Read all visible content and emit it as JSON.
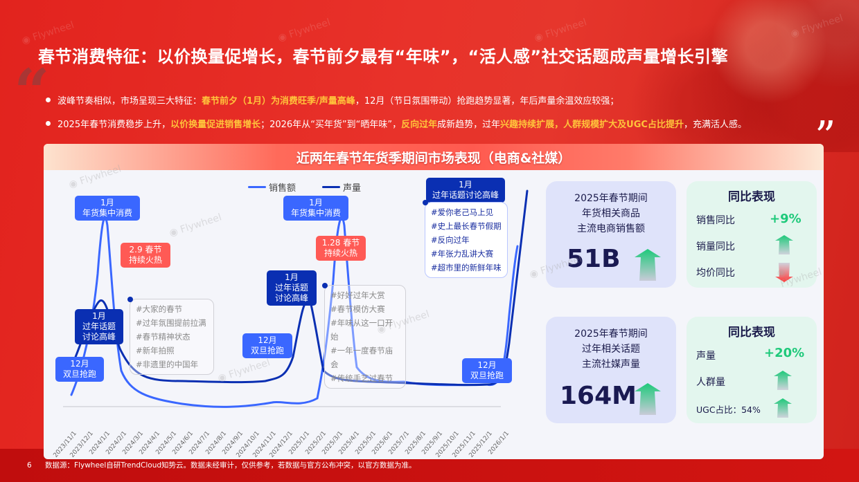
{
  "page": {
    "title": "春节消费特征：以价换量促增长，春节前夕最有“年味”，“活人感”社交话题成声量增长引擎",
    "page_number": "6",
    "quote_open": "“",
    "quote_close": "”",
    "watermark": "Flywheel"
  },
  "bullets": [
    {
      "parts": [
        {
          "text": "波峰节奏相似，市场呈现三大特征：",
          "highlight": false
        },
        {
          "text": "春节前夕（1月）为消费旺季/声量高峰",
          "highlight": true
        },
        {
          "text": "，12月（节日氛围带动）抢跑趋势显著，年后声量余温效应较强；",
          "highlight": false
        }
      ]
    },
    {
      "parts": [
        {
          "text": "2025年春节消费稳步上升，",
          "highlight": false
        },
        {
          "text": "以价换量促进销售增长",
          "highlight": true
        },
        {
          "text": "；2026年从“买年货”到“晒年味”，",
          "highlight": false
        },
        {
          "text": "反向过年",
          "highlight": true
        },
        {
          "text": "成新趋势，过年",
          "highlight": false
        },
        {
          "text": "兴趣持续扩展，人群规模扩大及UGC占比提升",
          "highlight": true
        },
        {
          "text": "，充满活人感。",
          "highlight": false
        }
      ]
    }
  ],
  "panel": {
    "title": "近两年春节年货季期间市场表现（电商&社媒）"
  },
  "chart_data": {
    "type": "line",
    "title": "近两年春节年货季期间市场表现（电商&社媒）",
    "xlabel": "",
    "ylabel": "",
    "grid": false,
    "legend_position": "top",
    "categories": [
      "2023/11/1",
      "2023/12/1",
      "2024/1/1",
      "2024/2/1",
      "2024/3/1",
      "2024/4/1",
      "2024/5/1",
      "2024/6/1",
      "2024/7/1",
      "2024/8/1",
      "2024/9/1",
      "2024/10/1",
      "2024/11/1",
      "2024/12/1",
      "2025/1/1",
      "2025/2/1",
      "2025/3/1",
      "2025/4/1",
      "2025/5/1",
      "2025/6/1",
      "2025/7/1",
      "2025/8/1",
      "2025/9/1",
      "2025/10/1",
      "2025/11/1",
      "2025/12/1",
      "2026/1/1"
    ],
    "series": [
      {
        "name": "销售额",
        "color": "#3a67ff",
        "values": [
          5,
          45,
          100,
          40,
          12,
          8,
          6,
          4,
          3,
          3,
          5,
          4,
          3,
          50,
          98,
          40,
          12,
          10,
          11,
          8,
          7,
          7,
          7,
          7,
          6,
          35,
          null
        ],
        "note": "relative index, estimated"
      },
      {
        "name": "声量",
        "color": "#0a2fb2",
        "values": [
          25,
          40,
          55,
          25,
          14,
          14,
          14,
          14,
          14,
          14,
          14,
          14,
          14,
          20,
          60,
          26,
          14,
          14,
          14,
          14,
          14,
          14,
          14,
          14,
          15,
          70,
          95
        ],
        "note": "relative index, estimated"
      }
    ],
    "annotations": [
      {
        "label": "1月\n年货集中消费",
        "series": "销售额",
        "x": "2024/1/1"
      },
      {
        "label": "2.9 春节\n持续火热",
        "x": "2024/2/1"
      },
      {
        "label": "1月\n过年话题\n讨论高峰",
        "series": "声量",
        "x": "2024/1/1"
      },
      {
        "label": "12月\n双旦抢跑",
        "x": "2023/12/1"
      },
      {
        "label": "1月\n年货集中消费",
        "series": "销售额",
        "x": "2025/1/1"
      },
      {
        "label": "1.28 春节\n持续火热",
        "x": "2025/2/1"
      },
      {
        "label": "1月\n过年话题\n讨论高峰",
        "series": "声量",
        "x": "2025/1/1"
      },
      {
        "label": "12月\n双旦抢跑",
        "x": "2024/12/1"
      },
      {
        "label": "1月\n过年话题讨论高峰",
        "series": "声量",
        "x": "2026/1/1"
      },
      {
        "label": "12月\n双旦抢跑",
        "x": "2025/12/1"
      }
    ]
  },
  "chart": {
    "legend": [
      {
        "label": "销售额",
        "color": "#3a67ff"
      },
      {
        "label": "声量",
        "color": "#0a2fb2"
      }
    ],
    "callouts": {
      "sales_peak_2024": [
        "1月",
        "年货集中消费"
      ],
      "spring_2024": [
        "2.9 春节",
        "持续火热"
      ],
      "voice_peak_2024": [
        "1月",
        "过年话题",
        "讨论高峰"
      ],
      "dec_2023": [
        "12月",
        "双旦抢跑"
      ],
      "sales_peak_2025": [
        "1月",
        "年货集中消费"
      ],
      "spring_2025": [
        "1.28 春节",
        "持续火热"
      ],
      "voice_peak_2025": [
        "1月",
        "过年话题",
        "讨论高峰"
      ],
      "dec_2024": [
        "12月",
        "双旦抢跑"
      ],
      "voice_peak_2026": [
        "1月",
        "过年话题讨论高峰"
      ],
      "dec_2025": [
        "12月",
        "双旦抢跑"
      ]
    },
    "tags_2024": [
      "#大家的春节",
      "#过年氛围提前拉满",
      "#春节精神状态",
      "#新年拍照",
      "#非遗里的中国年"
    ],
    "tags_2025": [
      "#好好过年大赏",
      "#春节模仿大赛",
      "#年味从这一口开始",
      "#一年一度春节庙会",
      "#传统手艺过春节"
    ],
    "tags_2026": [
      "#爱你老己马上见",
      "#史上最长春节假期",
      "#反向过年",
      "#年张力乱讲大赛",
      "#超市里的新鲜年味"
    ]
  },
  "ecommerce_card": {
    "desc": [
      "2025年春节期间",
      "年货相关商品",
      "主流电商销售额"
    ],
    "value": "51B",
    "trend": "up-arrow"
  },
  "ecommerce_yoy": {
    "title": "同比表现",
    "rows": [
      {
        "label": "销售同比",
        "value": "+9%",
        "indicator": "value"
      },
      {
        "label": "销量同比",
        "value": "",
        "indicator": "up-arrow"
      },
      {
        "label": "均价同比",
        "value": "",
        "indicator": "down-arrow"
      }
    ]
  },
  "social_card": {
    "desc": [
      "2025年春节期间",
      "过年相关话题",
      "主流社媒声量"
    ],
    "value": "164M",
    "trend": "up-arrow"
  },
  "social_yoy": {
    "title": "同比表现",
    "rows": [
      {
        "label": "声量",
        "value": "+20%",
        "indicator": "value"
      },
      {
        "label": "人群量",
        "value": "",
        "indicator": "up-arrow"
      },
      {
        "label": "UGC占比：54%",
        "value": "",
        "indicator": "up-arrow"
      }
    ]
  },
  "footer": {
    "source": "数据源：Flywheel自研TrendCloud知势云。数据未经审计，仅供参考，若数据与官方公布冲突，以官方数据为准。"
  },
  "colors": {
    "accent_red": "#e2231e",
    "highlight_yellow": "#ffc33b",
    "sales_blue": "#3a67ff",
    "voice_navy": "#0a2fb2",
    "positive_green": "#1ec97a",
    "negative_red": "#ff4a4a"
  }
}
